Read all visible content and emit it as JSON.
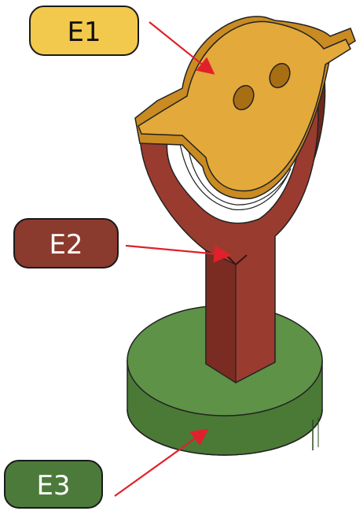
{
  "labels": [
    {
      "id": "E1",
      "text": "E1",
      "fill": "#F2C94C",
      "text_color": "#111111",
      "part": "head-plate"
    },
    {
      "id": "E2",
      "text": "E2",
      "fill": "#8B3A2E",
      "text_color": "#FFFFFF",
      "part": "fork-post"
    },
    {
      "id": "E3",
      "text": "E3",
      "fill": "#4C7A3A",
      "text_color": "#FFFFFF",
      "part": "round-base"
    }
  ],
  "colors": {
    "arrow": "#E0212B",
    "label_border": "#1a1a1a",
    "base_top": "#5E9247",
    "base_side": "#4A7A36",
    "post_front": "#9A3B2F",
    "post_side": "#6E271E",
    "head_face": "#E3A93A",
    "head_edge": "#C98B22",
    "outline": "#222222"
  }
}
